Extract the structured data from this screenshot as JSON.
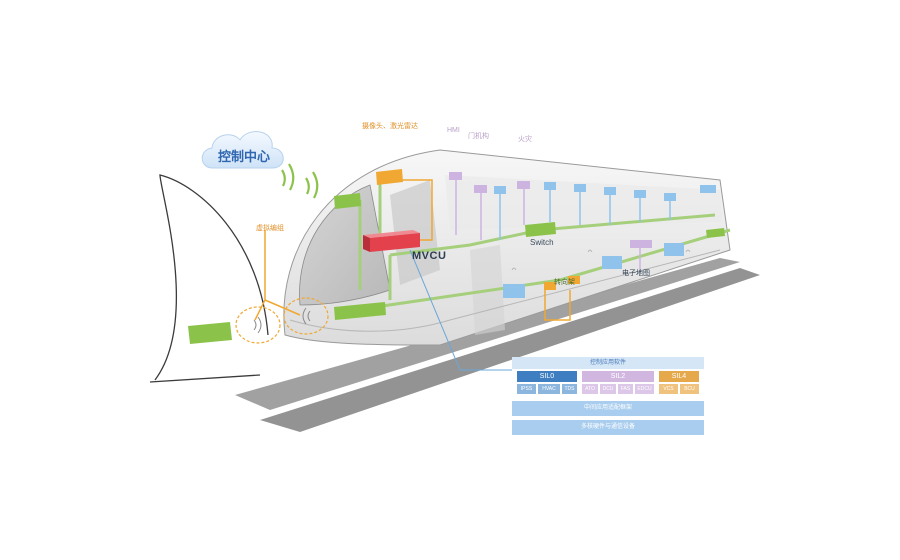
{
  "cloud": {
    "label": "控制中心"
  },
  "labels": {
    "camera_lidar": "摄像头、激光雷达",
    "hmi": "HMI",
    "door": "门机构",
    "fire": "火灾",
    "virtual_coupling": "虚拟编组",
    "switch": "Switch",
    "mvcu": "MVCU",
    "bogie": "转向架",
    "emap": "电子地图"
  },
  "stack": {
    "header": "控制应用软件",
    "sil_levels": [
      "SIL0",
      "SIL2",
      "SIL4"
    ],
    "modules": [
      {
        "name": "IPSS",
        "level": "SIL0"
      },
      {
        "name": "HVAC",
        "level": "SIL0"
      },
      {
        "name": "TDS",
        "level": "SIL0"
      },
      {
        "name": "ATO",
        "level": "SIL2"
      },
      {
        "name": "DCU",
        "level": "SIL2"
      },
      {
        "name": "FAS",
        "level": "SIL2"
      },
      {
        "name": "EDCU",
        "level": "SIL2"
      },
      {
        "name": "VCS",
        "level": "SIL4"
      },
      {
        "name": "BCU",
        "level": "SIL4"
      }
    ],
    "middleware": "中间应用适配框架",
    "hardware": "多核硬件与通信设备"
  },
  "colors": {
    "green_network": "#a6cf7c",
    "green_box": "#8bc34a",
    "mvcu_red": "#e3424d",
    "blue_device": "#8fc3ec",
    "purple_device": "#cdb3e0",
    "orange_device": "#f0a832",
    "cloud_blue": "#2f67b0"
  }
}
